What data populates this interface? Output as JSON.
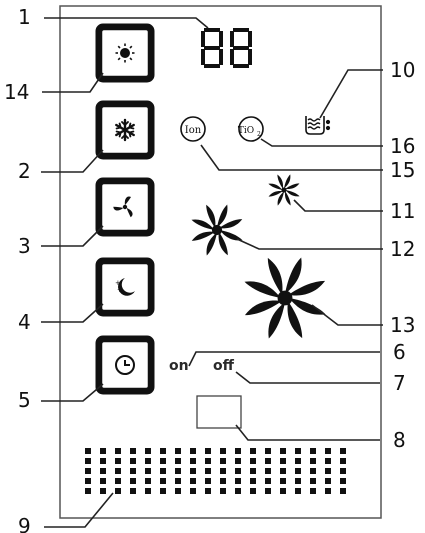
{
  "digits": "88",
  "labels": {
    "on": "on",
    "off": "off",
    "ion": "Ion",
    "tio2": "TiO",
    "tio2_sub": "2"
  },
  "callouts": [
    "1",
    "2",
    "3",
    "4",
    "5",
    "6",
    "7",
    "8",
    "9",
    "10",
    "11",
    "12",
    "13",
    "14",
    "15",
    "16"
  ],
  "icons": {
    "btn14": "sun-icon",
    "btn2": "snowflake-icon",
    "btn3": "fan-icon",
    "btn4": "moon-stars-icon",
    "btn5": "clock-icon",
    "item10": "water-tank-icon",
    "item11": "fan-small-icon",
    "item12": "fan-medium-icon",
    "item13": "fan-large-icon"
  },
  "colors": {
    "ink": "#111111",
    "panel_border": "#555555"
  }
}
